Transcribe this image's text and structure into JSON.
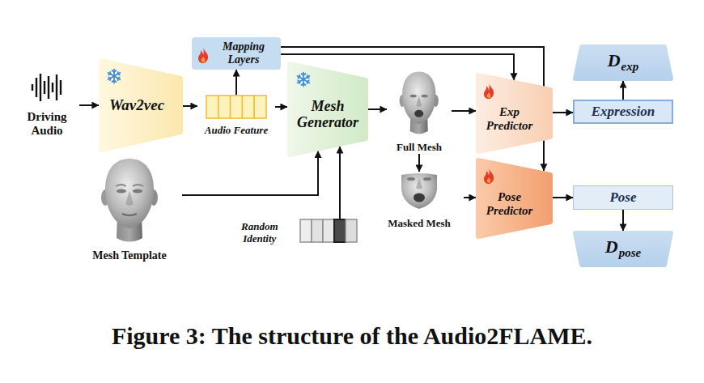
{
  "diagram": {
    "caption": "Figure 3: The structure of the Audio2FLAME.",
    "nodes": [
      {
        "text": [
          "Driving Audio"
        ]
      },
      {
        "text": [
          "Wav2vec"
        ]
      },
      {
        "text": [
          "Mapping Layers"
        ]
      },
      {
        "text": [
          "Audio Feature"
        ]
      },
      {
        "text": [
          "Mesh Generator"
        ]
      },
      {
        "text": [
          "Mesh Template"
        ]
      },
      {
        "text": [
          "Random Identity"
        ]
      },
      {
        "text": [
          "Full Mesh"
        ]
      },
      {
        "text": [
          "Masked Mesh"
        ]
      },
      {
        "text": [
          "Exp Predictor"
        ]
      },
      {
        "text": [
          "Pose Predictor"
        ]
      },
      {
        "text": [
          "D",
          "exp"
        ]
      },
      {
        "text": [
          "Expression"
        ]
      },
      {
        "text": [
          "Pose"
        ]
      },
      {
        "text": [
          "D",
          "pose"
        ]
      }
    ],
    "edges": [
      {
        "from": 0,
        "to": 1,
        "arrow": "to"
      },
      {
        "from": 1,
        "to": 3,
        "arrow": "to"
      },
      {
        "from": 3,
        "to": 2,
        "arrow": "to"
      },
      {
        "from": 3,
        "to": 4,
        "arrow": "to"
      },
      {
        "from": 5,
        "to": 4,
        "arrow": "to"
      },
      {
        "from": 6,
        "to": 4,
        "arrow": "to"
      },
      {
        "from": 2,
        "to": 9,
        "arrow": "to"
      },
      {
        "from": 2,
        "to": 10,
        "arrow": "to"
      },
      {
        "from": 4,
        "to": 7,
        "arrow": "to"
      },
      {
        "from": 7,
        "to": 9,
        "arrow": "to"
      },
      {
        "from": 7,
        "to": 8,
        "arrow": "to"
      },
      {
        "from": 8,
        "to": 10,
        "arrow": "to"
      },
      {
        "from": 9,
        "to": 12,
        "arrow": "to"
      },
      {
        "from": 12,
        "to": 11,
        "arrow": "to"
      },
      {
        "from": 10,
        "to": 13,
        "arrow": "to"
      },
      {
        "from": 13,
        "to": 14,
        "arrow": "to"
      }
    ]
  }
}
